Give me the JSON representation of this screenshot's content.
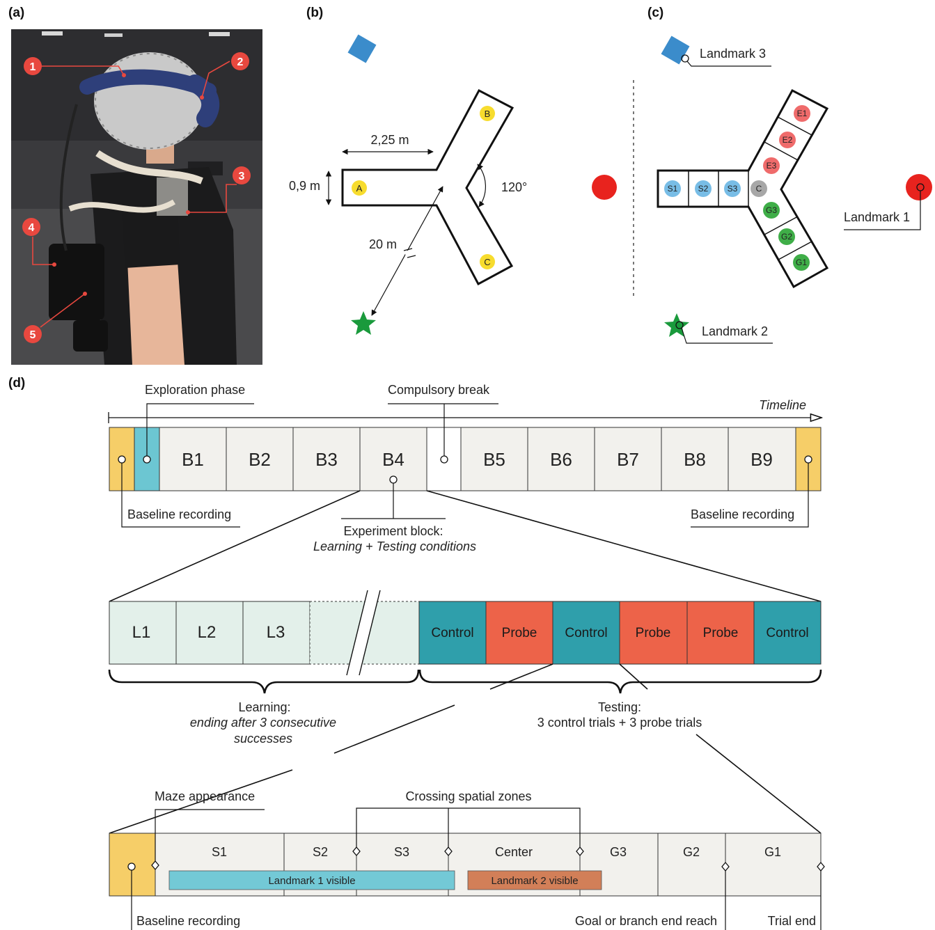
{
  "panels": {
    "a": "(a)",
    "b": "(b)",
    "c": "(c)",
    "d": "(d)"
  },
  "photo_markers": [
    "1",
    "2",
    "3",
    "4",
    "5"
  ],
  "maze_b": {
    "arm_labels": [
      "A",
      "B",
      "C"
    ],
    "dim_length": "2,25 m",
    "dim_width": "0,9 m",
    "dim_angle": "120°",
    "dim_distance": "20 m"
  },
  "maze_c": {
    "start_cells": [
      "S1",
      "S2",
      "S3"
    ],
    "center_cell": "C",
    "upper_cells": [
      "E1",
      "E2",
      "E3"
    ],
    "lower_cells": [
      "G3",
      "G2",
      "G1"
    ],
    "landmarks": [
      "Landmark 1",
      "Landmark 2",
      "Landmark 3"
    ]
  },
  "timeline": {
    "title": "Timeline",
    "exploration_label": "Exploration phase",
    "break_label": "Compulsory break",
    "blocks_first": [
      "B1",
      "B2",
      "B3",
      "B4"
    ],
    "blocks_second": [
      "B5",
      "B6",
      "B7",
      "B8",
      "B9"
    ],
    "baseline_left": "Baseline recording",
    "baseline_right": "Baseline recording",
    "block_desc_line1": "Experiment block:",
    "block_desc_line2": "Learning + Testing conditions"
  },
  "block_detail": {
    "learning_cells": [
      "L1",
      "L2",
      "L3"
    ],
    "testing_cells": [
      "Control",
      "Probe",
      "Control",
      "Probe",
      "Probe",
      "Control"
    ],
    "learning_title": "Learning:",
    "learning_desc_line1": "ending after 3 consecutive",
    "learning_desc_line2": "successes",
    "testing_title": "Testing:",
    "testing_desc": "3 control trials + 3 probe trials"
  },
  "trial_detail": {
    "maze_appearance": "Maze appearance",
    "crossing_zones": "Crossing spatial zones",
    "zones": [
      "S1",
      "S2",
      "S3",
      "Center",
      "G3",
      "G2",
      "G1"
    ],
    "landmark1_bar": "Landmark 1 visible",
    "landmark2_bar": "Landmark 2 visible",
    "baseline": "Baseline recording",
    "goal_reach": "Goal or branch end reach",
    "trial_end": "Trial end"
  },
  "colors": {
    "baseline": "#f6ce68",
    "exploration": "#6cc6d2",
    "block": "#f2f1ed",
    "learning": "#e3f0ea",
    "control": "#2f9fab",
    "probe": "#ed6349",
    "landmark1_bar": "#73c9d6",
    "landmark2_bar": "#d27f58",
    "marker_red": "#e8483f",
    "cell_yellow": "#f7dc2e",
    "cell_blue": "#78bde6",
    "cell_red": "#ef6b6b",
    "cell_green": "#3fae48",
    "cell_gray": "#a7a7a7",
    "landmark_blue": "#3b8ccb",
    "landmark_green": "#1a9a3c"
  }
}
